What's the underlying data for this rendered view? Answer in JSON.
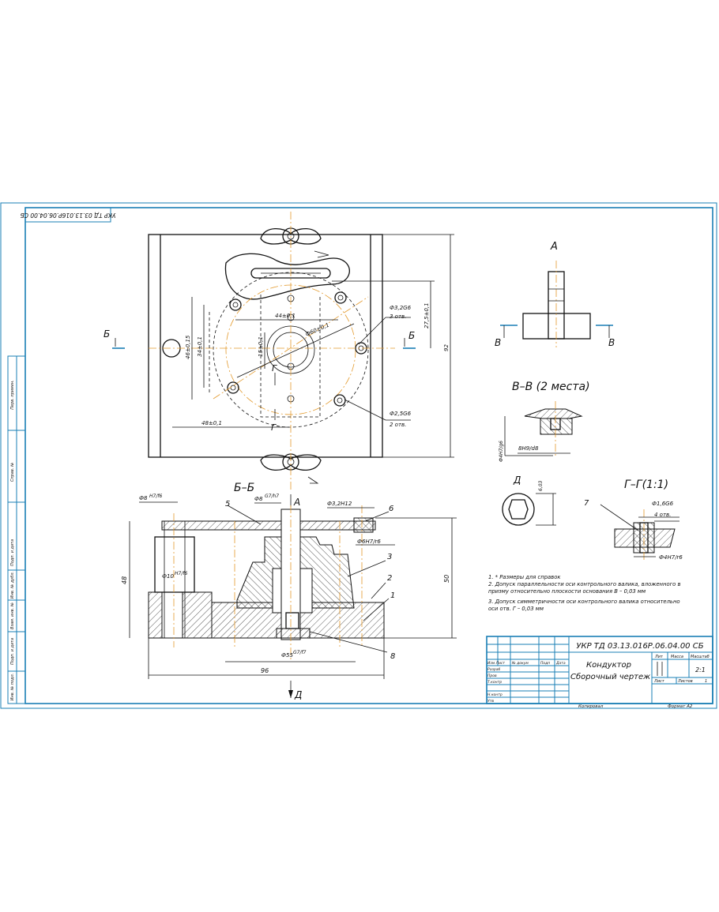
{
  "title_block": {
    "code": "УКР ТД 03.13.016Р.06.04.00 СБ",
    "name": "Кондуктор",
    "doc_type": "Сборочный чертеж",
    "lit_header": "Лит",
    "mass_header": "Масса",
    "scale_header": "Масштаб",
    "scale": "2:1",
    "sheet_label": "Лист",
    "sheets_label": "Листов",
    "sheets_count": "1",
    "rows": [
      "Изм Лист",
      "№ докум",
      "Подп",
      "Дата"
    ],
    "roles": [
      "Разраб",
      "Пров",
      "Т.контр",
      "Н.контр",
      "Утв"
    ],
    "copied": "Копировал",
    "format": "Формат А2"
  },
  "stamp_code_rotated": "УКР ТД 03.13.016Р.06.04.00 СБ",
  "left_strip": [
    "Перв. примен.",
    "Справ. №",
    "Подп. и дата",
    "Инв. № дубл.",
    "Взам. инв. №",
    "Подп. и дата",
    "Инв. № подл."
  ],
  "views": {
    "section_bb_title": "Б–Б",
    "section_vv_title": "В–В (2 места)",
    "section_gg_title": "Г–Г(1:1)",
    "view_a_label": "А",
    "view_d_label": "Д",
    "cut_b": "Б",
    "cut_v": "В",
    "cut_g": "Г",
    "arrow_a": "А",
    "arrow_d": "Д"
  },
  "dimensions": {
    "top": {
      "d32": "Ф3,2G6",
      "d32_count": "3 отв.",
      "d25": "Ф2,5G6",
      "d25_count": "2 отв.",
      "dia60": "Ф60±0,1",
      "d44": "44±0,1",
      "d46": "46±0,15",
      "d34": "34±0,1",
      "d15": "15±0,1",
      "d48": "48±0,1",
      "d275": "27,5±0,1",
      "d92": "92"
    },
    "section": {
      "d8h7": "Ф8",
      "d8h7_fit": "H7/f6",
      "d8g7": "Ф8",
      "d8g7_fit": "G7/h7",
      "d32h12": "Ф3,2H12",
      "d6h7": "Ф6H7/r6",
      "d10": "Ф10",
      "d10_fit": "H7/f6",
      "d55": "Ф55",
      "d55_fit": "G7/f7",
      "h48": "48",
      "h50": "50",
      "w96": "96"
    },
    "vv": {
      "d4": "Ф4H7/g6",
      "d8": "8H9/d8"
    },
    "d_view": {
      "d6": "6,03"
    },
    "gg": {
      "d16": "Ф1,6G6",
      "count": "4 отв.",
      "d4": "Ф4H7/r6"
    }
  },
  "positions": [
    "1",
    "2",
    "3",
    "5",
    "6",
    "7",
    "8"
  ],
  "notes": [
    "1. * Размеры для справок",
    "2. Допуск параллельности оси контрольного валика, вложенного в",
    "призму относительно плоскости основания В – 0,03 мм",
    "3. Допуск симметричности оси контрольного валика относительно",
    "оси отв. Г – 0,03 мм"
  ],
  "colors": {
    "frame": "#1a7fb5",
    "axis": "#e39a2d",
    "line": "#111111"
  }
}
